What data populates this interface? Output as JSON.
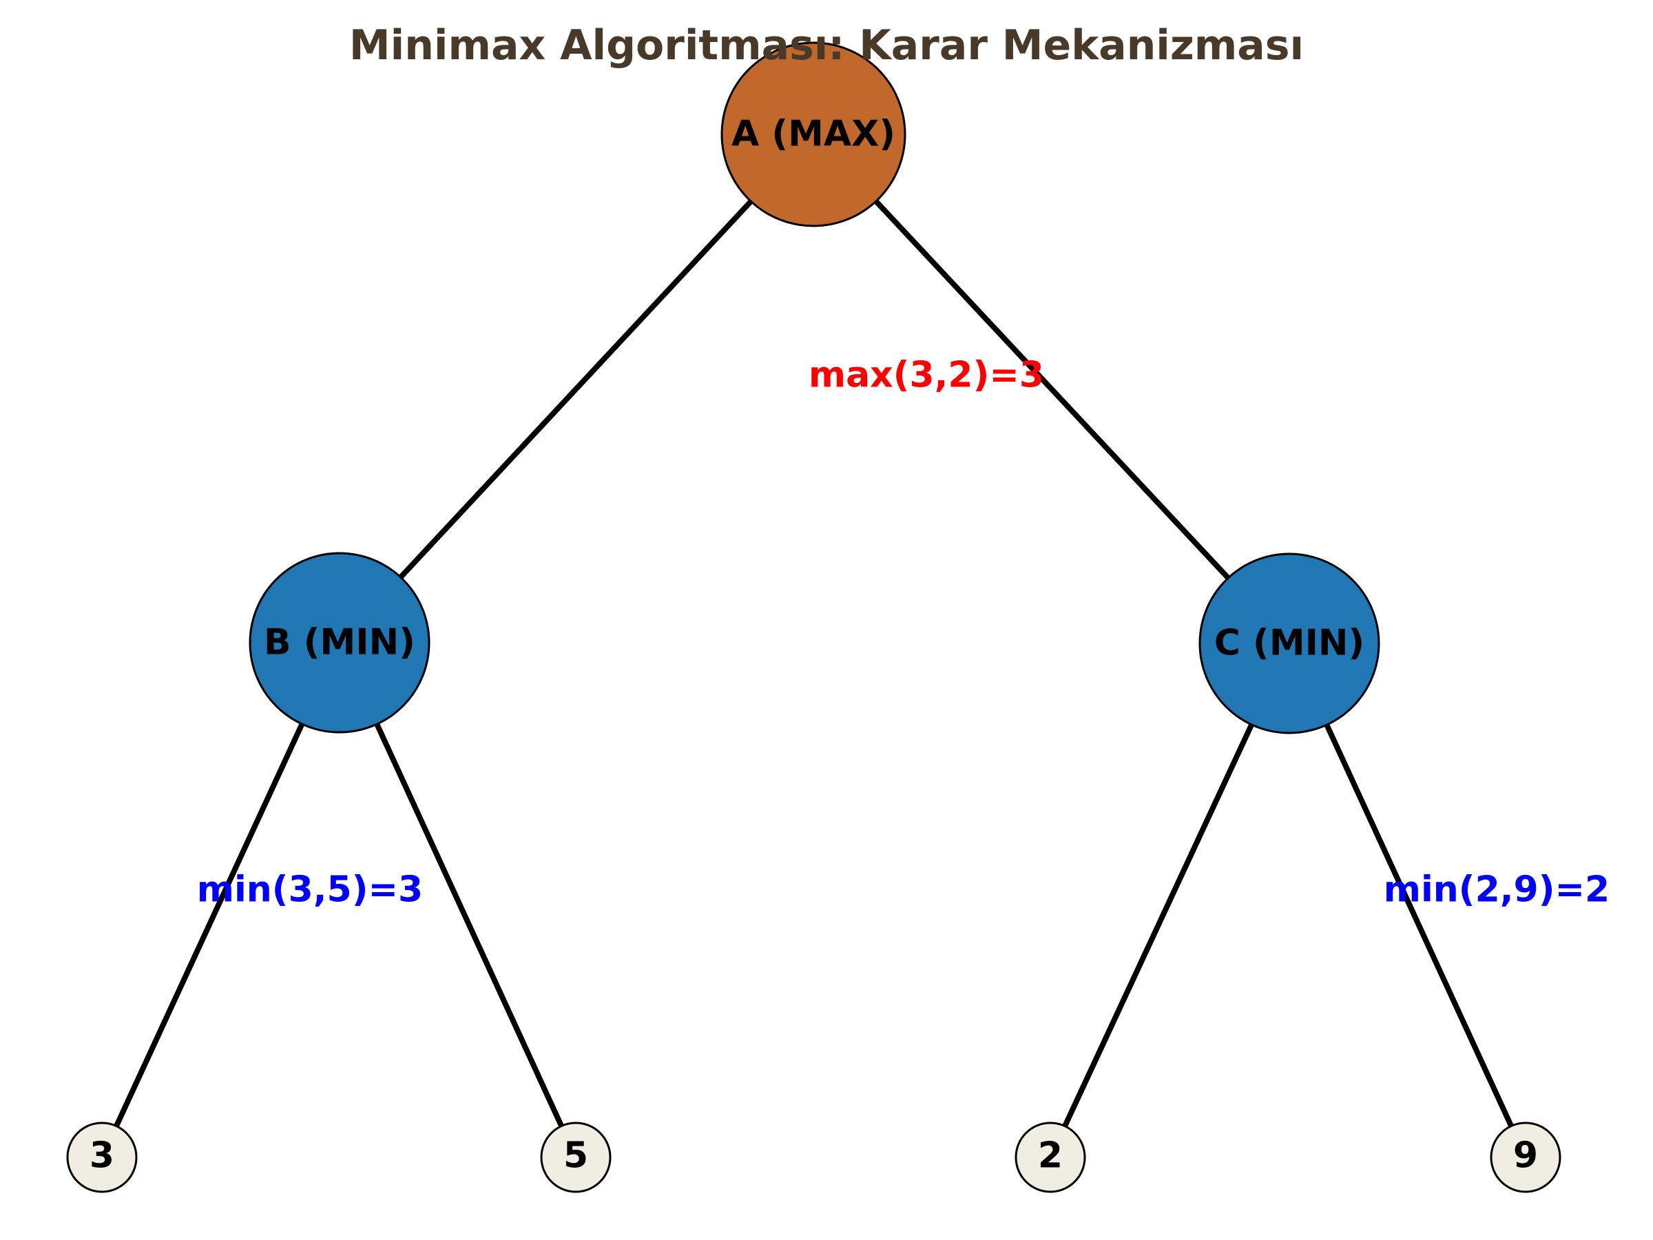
{
  "title": {
    "text": "Minimax Algoritması: Karar Mekanizması",
    "color": "#483928"
  },
  "colors": {
    "background": "#FFFFFF",
    "max_node": "#C1692D",
    "min_node": "#2176B4",
    "leaf_node": "#F0EDE2",
    "node_outline": "#000000",
    "edge": "#000000",
    "max_label": "#FF0000",
    "min_label": "#0000FF"
  },
  "tree": {
    "root": "A",
    "structure": "A(MAX) -> B(MIN)[3,5], C(MIN)[2,9]",
    "result_at_root": 3
  },
  "nodes": [
    {
      "id": "A",
      "label": "A (MAX)",
      "type": "max",
      "value": 3
    },
    {
      "id": "B",
      "label": "B (MIN)",
      "type": "min",
      "value": 3
    },
    {
      "id": "C",
      "label": "C (MIN)",
      "type": "min",
      "value": 2
    },
    {
      "id": "L3",
      "label": "3",
      "type": "leaf",
      "value": 3
    },
    {
      "id": "L5",
      "label": "5",
      "type": "leaf",
      "value": 5
    },
    {
      "id": "L2",
      "label": "2",
      "type": "leaf",
      "value": 2
    },
    {
      "id": "L9",
      "label": "9",
      "type": "leaf",
      "value": 9
    }
  ],
  "edges": [
    {
      "from": "A",
      "to": "B"
    },
    {
      "from": "A",
      "to": "C"
    },
    {
      "from": "B",
      "to": "L3"
    },
    {
      "from": "B",
      "to": "L5"
    },
    {
      "from": "C",
      "to": "L2"
    },
    {
      "from": "C",
      "to": "L9"
    }
  ],
  "edge_labels": [
    {
      "text": "max(3,2)=3",
      "color": "#FF0000",
      "near_edge": "A-C"
    },
    {
      "text": "min(3,5)=3",
      "color": "#0000FF",
      "near_edge": "B-L3"
    },
    {
      "text": "min(2,9)=2",
      "color": "#0000FF",
      "near_edge": "C-L9"
    }
  ]
}
